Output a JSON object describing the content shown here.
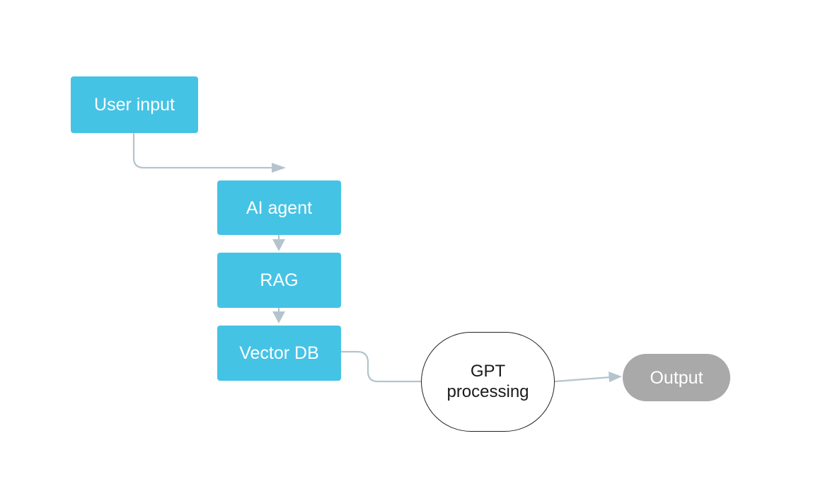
{
  "diagram": {
    "nodes": {
      "user_input": "User input",
      "ai_agent": "AI agent",
      "rag": "RAG",
      "vector_db": "Vector DB",
      "gpt_processing": "GPT processing",
      "output": "Output"
    },
    "edges": [
      {
        "from": "user_input",
        "to": "ai_agent"
      },
      {
        "from": "ai_agent",
        "to": "rag"
      },
      {
        "from": "rag",
        "to": "vector_db"
      },
      {
        "from": "vector_db",
        "to": "gpt_processing"
      },
      {
        "from": "gpt_processing",
        "to": "output"
      }
    ],
    "colors": {
      "box": "#45c3e5",
      "box_text": "#ffffff",
      "connector": "#b4c4cd",
      "output_fill": "#a9a9a9",
      "gpt_border": "#222222"
    }
  }
}
